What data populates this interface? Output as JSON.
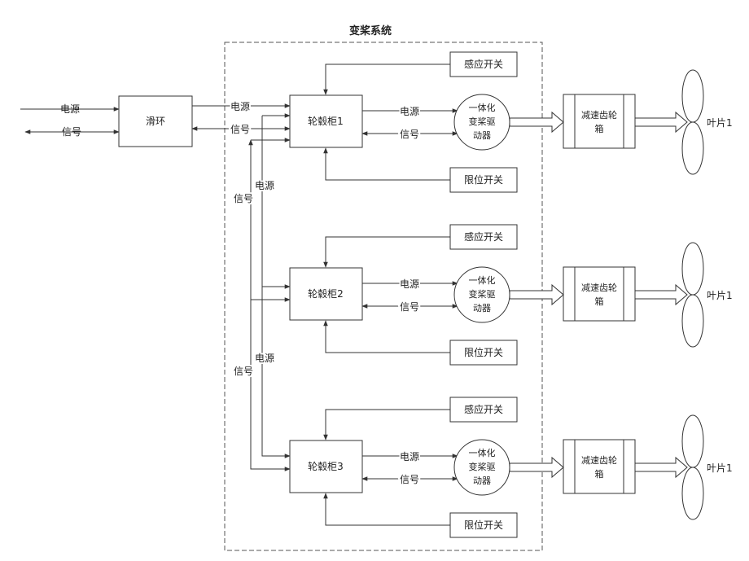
{
  "system_title": "变桨系统",
  "input_labels": {
    "power": "电源",
    "signal": "信号"
  },
  "slip_ring": "滑环",
  "bus_labels": {
    "power": "电源",
    "signal": "信号"
  },
  "channels": [
    {
      "cabinet": "轮毂柜1",
      "sensor_switch": "感应开关",
      "limit_switch": "限位开关",
      "power_label": "电源",
      "signal_label": "信号",
      "drive_lines": [
        "一体化",
        "变桨驱",
        "动器"
      ],
      "gearbox_lines": [
        "减速齿轮",
        "箱"
      ],
      "blade": "叶片1"
    },
    {
      "cabinet": "轮毂柜2",
      "sensor_switch": "感应开关",
      "limit_switch": "限位开关",
      "power_label": "电源",
      "signal_label": "信号",
      "drive_lines": [
        "一体化",
        "变桨驱",
        "动器"
      ],
      "gearbox_lines": [
        "减速齿轮",
        "箱"
      ],
      "blade": "叶片1"
    },
    {
      "cabinet": "轮毂柜3",
      "sensor_switch": "感应开关",
      "limit_switch": "限位开关",
      "power_label": "电源",
      "signal_label": "信号",
      "drive_lines": [
        "一体化",
        "变桨驱",
        "动器"
      ],
      "gearbox_lines": [
        "减速齿轮",
        "箱"
      ],
      "blade": "叶片1"
    }
  ]
}
